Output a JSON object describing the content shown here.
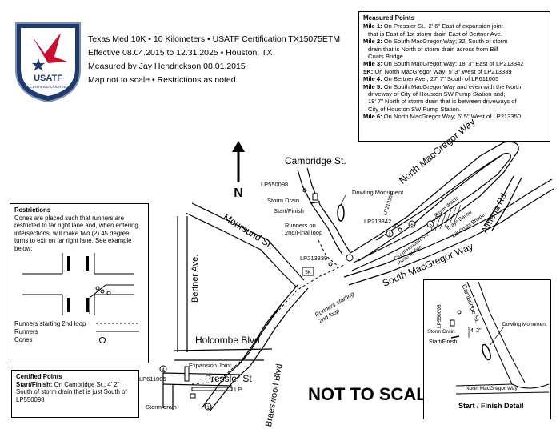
{
  "logo": {
    "text": "USATF",
    "sub": "CERTIFIED COURSE"
  },
  "header": {
    "line1": "Texas Med 10K • 10 Kilometers • USATF Certification TX15075ETM",
    "line2": "Effective 08.04.2015 to 12.31.2025 • Houston, TX",
    "line3": "Measured by Jay Hendrickson 08.01.2015",
    "line4": "Map not to scale • Restrictions as noted"
  },
  "measured_points": {
    "title": "Measured Points",
    "items": [
      {
        "label": "Mile 1:",
        "text": " On Pressler St.; 2' 6\" East of expansion joint"
      },
      {
        "label": "",
        "text": "that is East of 1st storm drain East of Bertner Ave."
      },
      {
        "label": "Mile 2:",
        "text": " On South MacGregor Way; 32' South of storm"
      },
      {
        "label": "",
        "text": "drain that is North of storm drain across from Bill"
      },
      {
        "label": "",
        "text": "Coats Bridge"
      },
      {
        "label": "Mile 3:",
        "text": " On South MacGregor Way; 18' 3\" East of LP213342"
      },
      {
        "label": "5K:",
        "text": " On North MacGregor Way; 5' 3\" West of LP213339"
      },
      {
        "label": "Mile 4:",
        "text": " On Bertner Ave.; 27' 7\" South of LP611005"
      },
      {
        "label": "Mile 5:",
        "text": " On South MacGregor Way and even with the North"
      },
      {
        "label": "",
        "text": "driveway of City of Houston SW Pump Station and;"
      },
      {
        "label": "",
        "text": "19' 7\" North of storm drain that is between driveways of"
      },
      {
        "label": "",
        "text": "City of Houston SW Pump Station."
      },
      {
        "label": "Mile 6:",
        "text": " On North MacGregor Way; 6' 5\" West of LP213350"
      }
    ]
  },
  "restrictions": {
    "title": "Restrictions",
    "text": "Cones are placed such that runners are restricted to far right lane and, when entering intersections, will make two (2) 45 degree turns to exit on far right lane. See example below:",
    "legend": [
      "Runners starting 2nd loop",
      "Runners",
      "Cones"
    ]
  },
  "certified": {
    "title": "Certified Points",
    "label": "Start/Finish:",
    "text": " On Cambridge St.; 4' 2\" South of storm drain that is just South of LP550098"
  },
  "map": {
    "north": "N",
    "not_to_scale": "NOT TO SCALE",
    "streets": {
      "cambridge": "Cambridge St.",
      "north_macgregor": "North MacGregor Way",
      "south_macgregor": "South MacGregor Way",
      "moursund": "Moursund St.",
      "bertner": "Bertner Ave.",
      "holcombe": "Holcombe Blvd",
      "pressler": "Pressler St",
      "braeswood": "Braeswood Blvd",
      "almeda": "Almeda Rd."
    },
    "labels": {
      "lp550098": "LP550098",
      "storm_drain": "Storm Drain",
      "start_finish": "Start/Finish",
      "dowling": "Dowling Monument",
      "lp213350": "LP213350",
      "lp213342": "LP213342",
      "storm_drains": "Storm drains",
      "brays_bayou": "Brays Bayou",
      "bill_coats": "Bill Coats Bridge",
      "pump_station": "City of Houston SW Pump Station",
      "runners_final": "Runners on 2nd/Final loop",
      "lp213339": "LP213339",
      "fivek": "5K",
      "runners_starting": "Runners starting 2nd loop",
      "expansion_joint": "Expansion Joint",
      "lp611005": "LP611005",
      "lp": "LP",
      "storm_drain2": "Storm drain",
      "m2": "2",
      "m3": "3",
      "m4": "4",
      "m5": "5",
      "m6": "6",
      "m1": "1"
    }
  },
  "detail": {
    "title": "Start / Finish Detail",
    "cambridge": "Cambridge St.",
    "lp": "LP550098",
    "storm_drain": "Storm Drain",
    "dist": "4' 2\"",
    "start_finish": "Start/Finish",
    "dowling": "Dowling Monument",
    "nmw": "North MacGregor Way"
  }
}
